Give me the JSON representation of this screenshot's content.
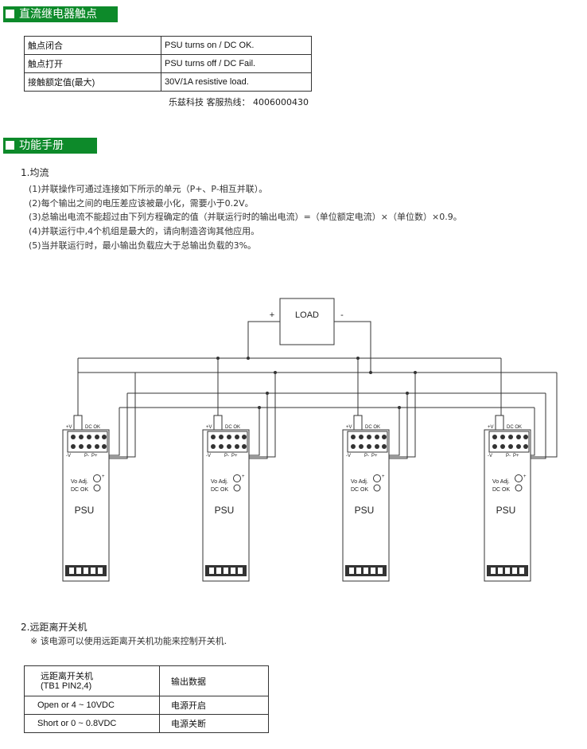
{
  "dc_relay": {
    "header": "直流继电器触点",
    "rows": [
      {
        "label": "触点闭合",
        "value": "PSU turns on / DC OK."
      },
      {
        "label": "触点打开",
        "value": "PSU turns off / DC Fail."
      },
      {
        "label": "接触额定值(最大)",
        "value": "30V/1A resistive load."
      }
    ],
    "hotline": "乐兹科技 客服热线：  4006000430"
  },
  "manual": {
    "header": "功能手册",
    "current_sharing": {
      "title": "1.均流",
      "items": [
        "(1)并联操作可通过连接如下所示的单元（P+、P-相互并联）。",
        "(2)每个输出之间的电压差应该被最小化，需要小于0.2V。",
        "(3)总输出电流不能超过由下列方程确定的值（并联运行时的输出电流）=（单位额定电流）×（单位数）×0.9。",
        "(4)并联运行中,4个机组是最大的，请向制造咨询其他应用。",
        "(5)当并联运行时，最小输出负载应大于总输出负载的3%。"
      ]
    },
    "diagram": {
      "load_label": "LOAD",
      "plus": "+",
      "minus": "-",
      "units": [
        {
          "name": "PSU",
          "plus_v": "+V",
          "minus_v": "-V",
          "dc_ok": "DC OK",
          "p_minus": "P-",
          "p_plus": "P+",
          "vo_adj": "Vo Adj.",
          "dc_ok_led": "DC OK"
        },
        {
          "name": "PSU",
          "plus_v": "+V",
          "minus_v": "-V",
          "dc_ok": "DC OK",
          "p_minus": "P-",
          "p_plus": "P+",
          "vo_adj": "Vo Adj.",
          "dc_ok_led": "DC OK"
        },
        {
          "name": "PSU",
          "plus_v": "+V",
          "minus_v": "-V",
          "dc_ok": "DC OK",
          "p_minus": "P-",
          "p_plus": "P+",
          "vo_adj": "Vo Adj.",
          "dc_ok_led": "DC OK"
        },
        {
          "name": "PSU",
          "plus_v": "+V",
          "minus_v": "-V",
          "dc_ok": "DC OK",
          "p_minus": "P-",
          "p_plus": "P+",
          "vo_adj": "Vo Adj.",
          "dc_ok_led": "DC OK"
        }
      ]
    },
    "remote": {
      "title": "2.远距离开关机",
      "note": "※ 该电源可以使用远距离开关机功能来控制开关机.",
      "table": {
        "header_col1_line1": "远距离开关机",
        "header_col1_line2": "(TB1 PIN2,4)",
        "header_col2": "输出数据",
        "rows": [
          {
            "condition": "Open or 4 ~ 10VDC",
            "output": "电源开启"
          },
          {
            "condition": "Short or 0 ~ 0.8VDC",
            "output": "电源关断"
          }
        ]
      }
    }
  },
  "colors": {
    "header_green": "#0d8a2a",
    "line": "#333333"
  }
}
